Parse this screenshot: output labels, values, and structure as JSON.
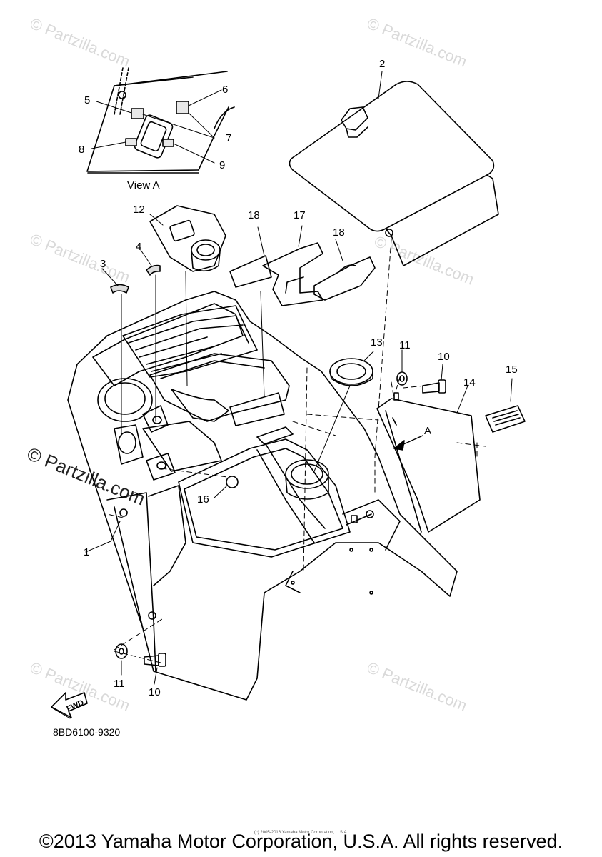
{
  "diagram": {
    "view_title": "View A",
    "arrow_label": "A",
    "part_code": "8BD6100-9320",
    "fwd_label": "FWD",
    "callouts": [
      "1",
      "2",
      "3",
      "4",
      "5",
      "6",
      "7",
      "8",
      "9",
      "10",
      "10",
      "11",
      "11",
      "12",
      "13",
      "14",
      "15",
      "16",
      "17",
      "18",
      "18"
    ]
  },
  "watermark": {
    "text": "© Partzilla.com"
  },
  "footer": {
    "copyright": "©2013 Yamaha Motor Corporation, U.S.A. All rights reserved.",
    "small_print": "(c) 2005-2016 Yamaha Motor Corporation, U.S.A."
  }
}
